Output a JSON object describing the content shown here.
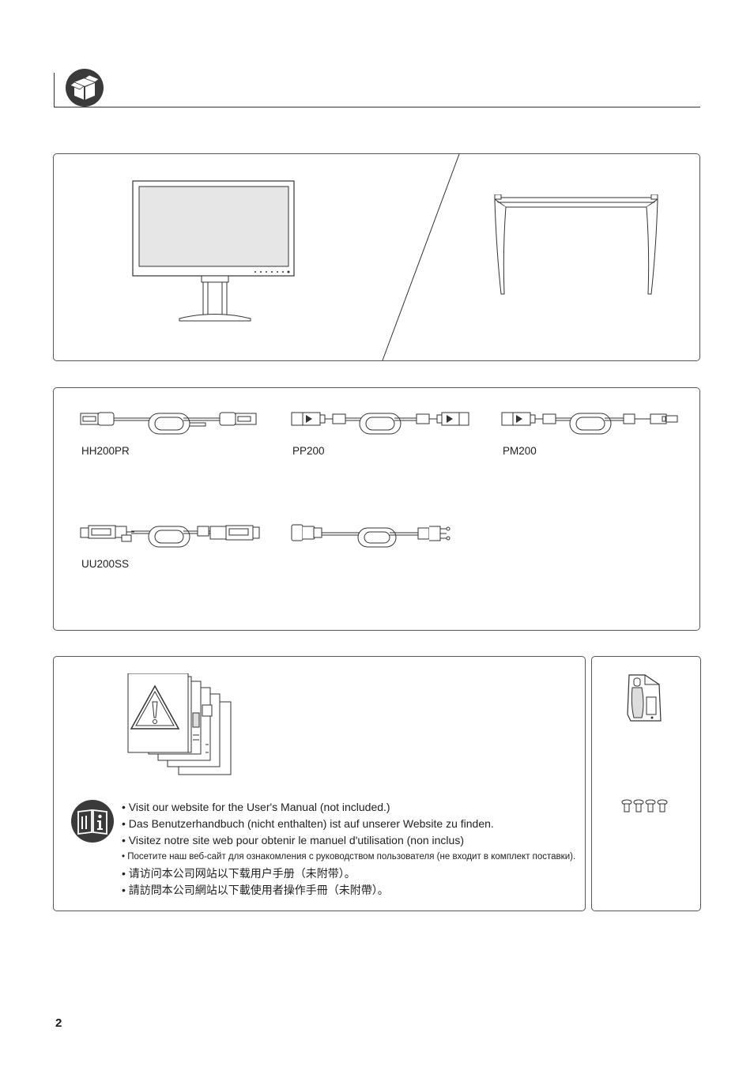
{
  "cables": {
    "hh200pr_label": "HH200PR",
    "pp200_label": "PP200",
    "pm200_label": "PM200",
    "uu200ss_label": "UU200SS"
  },
  "notes": {
    "lines": [
      "• Visit our website for the User's Manual (not included.)",
      "• Das Benutzerhandbuch (nicht enthalten) ist auf unserer Website zu finden.",
      "• Visitez notre site web pour obtenir le manuel d'utilisation (non inclus)",
      "• Посетите наш веб-сайт для ознакомления с руководством пользователя (не входит в комплект поставки).",
      "• 请访问本公司网站以下载用户手册（未附带）。",
      "• 請訪問本公司網站以下載使用者操作手冊（未附帶）。"
    ]
  },
  "page_number": "2",
  "icons": {
    "header": "package-box-icon",
    "manual": "book-info-icon",
    "warning": "warning-triangle-icon"
  },
  "colors": {
    "icon_fill": "#3a3a3a",
    "line": "#333333",
    "screen": "#e6e6e6"
  }
}
